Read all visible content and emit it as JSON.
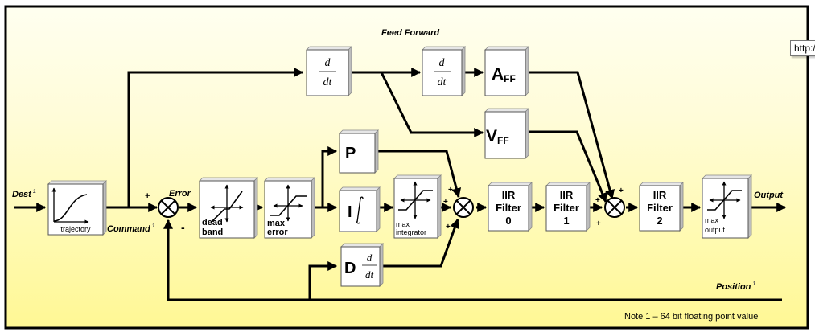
{
  "diagram": {
    "title": "Feed Forward",
    "signals": {
      "dest": "Dest",
      "dest_note": "1",
      "command": "Command",
      "command_note": "1",
      "error": "Error",
      "position": "Position",
      "position_note": "1",
      "output": "Output"
    },
    "blocks": {
      "trajectory": "trajectory",
      "dead_band_1": "dead",
      "dead_band_2": "band",
      "max_error_1": "max",
      "max_error_2": "error",
      "p": "P",
      "i": "I",
      "d": "D",
      "max_integrator_1": "max",
      "max_integrator_2": "integrator",
      "ddt_num": "d",
      "ddt_den": "dt",
      "aff_main": "A",
      "aff_sub": "FF",
      "vff_main": "V",
      "vff_sub": "FF",
      "iir_label_1": "IIR",
      "iir_label_2": "Filter",
      "iir0": "0",
      "iir1": "1",
      "iir2": "2",
      "max_output_1": "max",
      "max_output_2": "output"
    },
    "signs": {
      "plus": "+",
      "minus": "-"
    },
    "footnote": "Note 1 – 64 bit floating point value"
  },
  "tooltip": {
    "text": "http:/"
  },
  "colors": {
    "frame_top": "#fffff0",
    "frame_bottom": "#fffa94",
    "box_face": "#ffffff",
    "box_side": "#c8c8c8",
    "line": "#000000"
  }
}
